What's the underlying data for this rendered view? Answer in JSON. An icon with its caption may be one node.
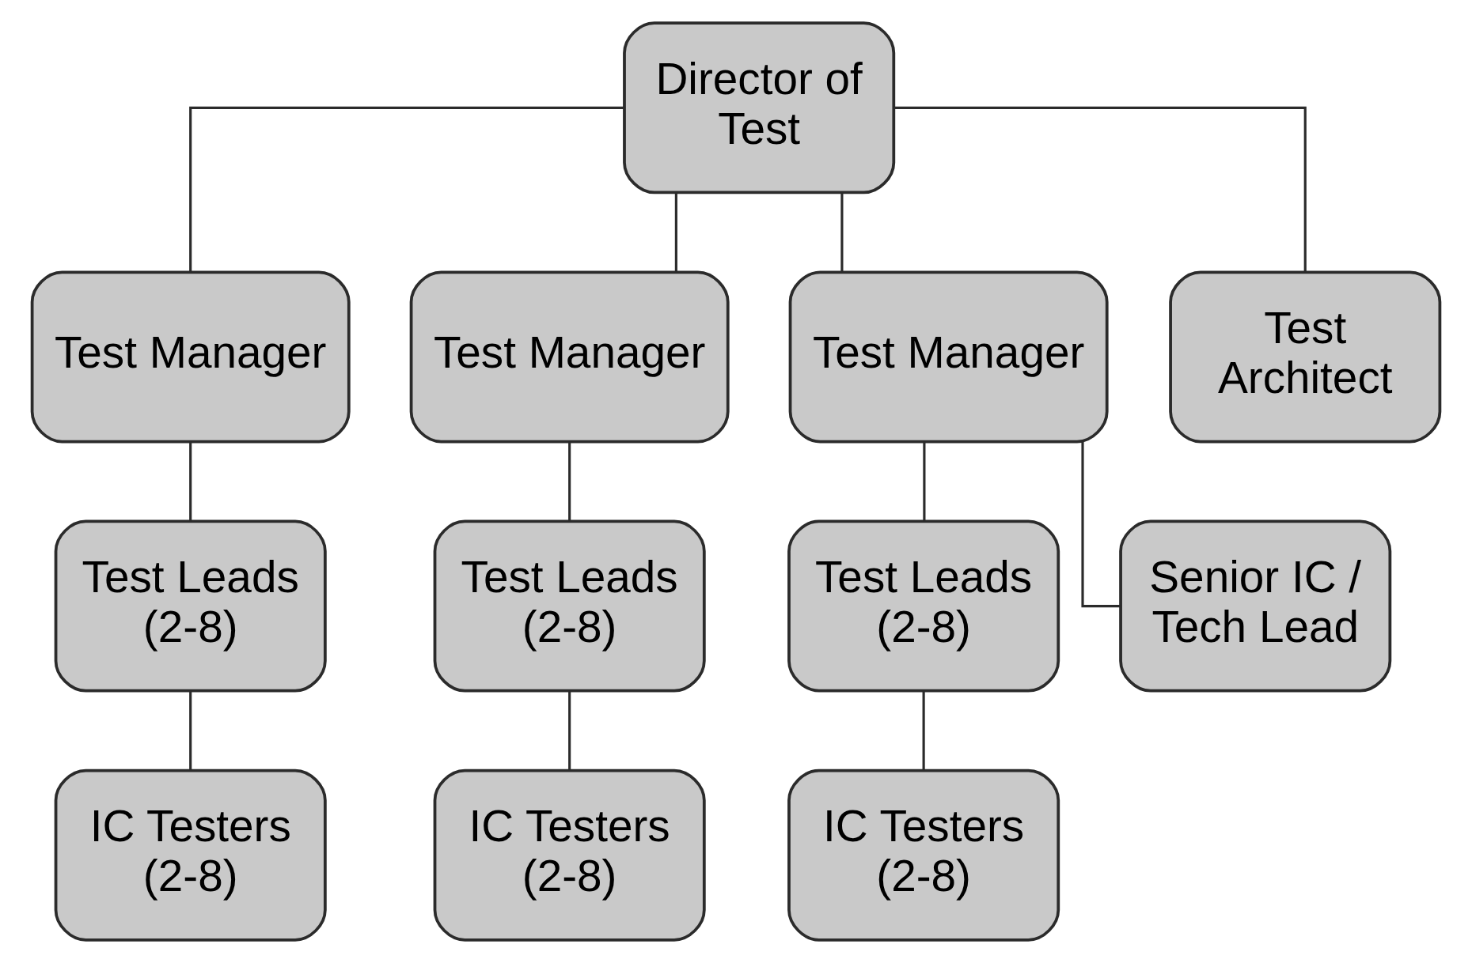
{
  "diagram": {
    "nodes": [
      {
        "text": [
          "Director of Test"
        ]
      },
      {
        "text": [
          "Test Manager"
        ]
      },
      {
        "text": [
          "Test Manager"
        ]
      },
      {
        "text": [
          "Test Manager"
        ]
      },
      {
        "text": [
          "Test Architect"
        ]
      },
      {
        "text": [
          "Test Leads (2-8)"
        ]
      },
      {
        "text": [
          "Test Leads (2-8)"
        ]
      },
      {
        "text": [
          "Test Leads (2-8)"
        ]
      },
      {
        "text": [
          "Senior IC / Tech Lead"
        ]
      },
      {
        "text": [
          "IC Testers (2-8)"
        ]
      },
      {
        "text": [
          "IC Testers (2-8)"
        ]
      },
      {
        "text": [
          "IC Testers (2-8)"
        ]
      }
    ],
    "edges": [
      {
        "from": 0,
        "to": 1,
        "arrow": "none"
      },
      {
        "from": 0,
        "to": 2,
        "arrow": "none"
      },
      {
        "from": 0,
        "to": 3,
        "arrow": "none"
      },
      {
        "from": 0,
        "to": 4,
        "arrow": "none"
      },
      {
        "from": 1,
        "to": 5,
        "arrow": "none"
      },
      {
        "from": 2,
        "to": 6,
        "arrow": "none"
      },
      {
        "from": 3,
        "to": 7,
        "arrow": "none"
      },
      {
        "from": 3,
        "to": 8,
        "arrow": "none"
      },
      {
        "from": 5,
        "to": 9,
        "arrow": "none"
      },
      {
        "from": 6,
        "to": 10,
        "arrow": "none"
      },
      {
        "from": 7,
        "to": 11,
        "arrow": "none"
      }
    ]
  }
}
